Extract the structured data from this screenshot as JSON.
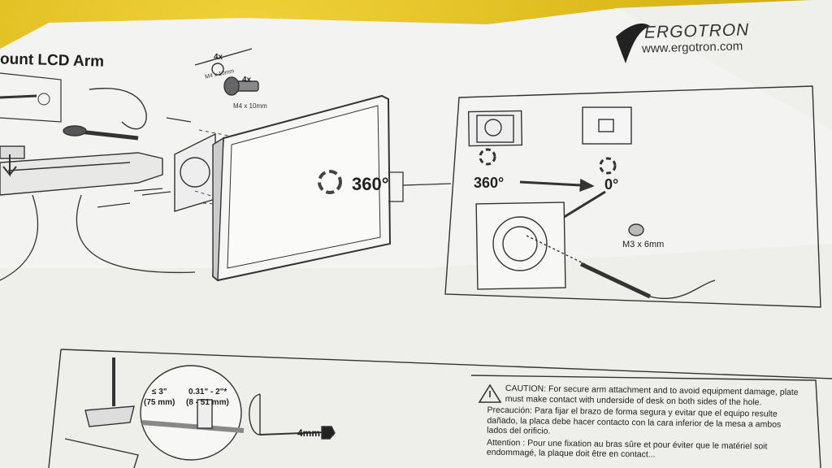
{
  "document": {
    "title_fragment": "ount LCD Arm",
    "brand": "ERGOTRON",
    "website": "www.ergotron.com"
  },
  "diagram_labels": {
    "screw_count_top": "4x",
    "screw_size_top": "M4 x 10mm",
    "screw_count_second": "4x",
    "screw_size_second": "M4 x 10mm",
    "rotation_main": "360°",
    "rotation_from": "360°",
    "rotation_to": "0°",
    "screw_m3": "M3 x 6mm",
    "desk_thickness_max": "≤ 3\"",
    "desk_thickness_max_mm": "(75 mm)",
    "desk_range": "0.31\" - 2\"*",
    "desk_range_mm": "(8 - 51 mm)",
    "hex_key": "4mm"
  },
  "caution": {
    "en_line1": "CAUTION: For secure arm attachment and to avoid equipment damage, plate",
    "en_line2": "must make contact with underside of desk on both sides of the hole.",
    "es_line1": "Precaución: Para fijar el brazo de forma segura y evitar que el equipo resulte",
    "es_line2": "dañado, la placa debe hacer contacto con la cara inferior de la mesa a ambos",
    "es_line3": "lados del orificio.",
    "fr_line1": "Attention : Pour une fixation au bras sûre et pour éviter que le matériel soit",
    "fr_line2": "endommagé, la plaque doit être en contact..."
  },
  "colors": {
    "fabric": "#d8b516",
    "paper": "#f4f4f2",
    "ink": "#222222"
  }
}
